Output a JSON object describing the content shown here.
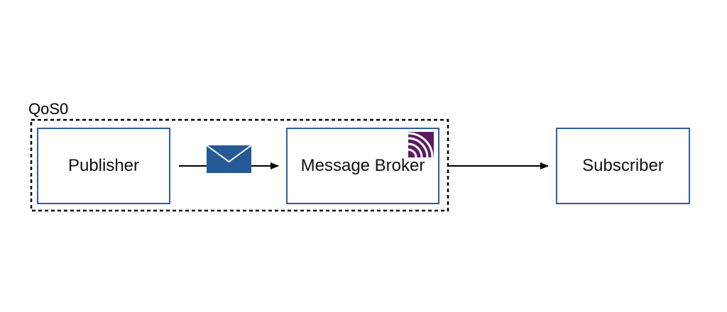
{
  "group": {
    "label": "QoS0",
    "border_color": "#000000"
  },
  "nodes": {
    "publisher": {
      "label": "Publisher"
    },
    "broker": {
      "label": "Message Broker",
      "logo_icon": "mqtt-logo-icon"
    },
    "subscriber": {
      "label": "Subscriber"
    }
  },
  "message_icon": "envelope-icon",
  "colors": {
    "node_border": "#2f5f98",
    "envelope": "#245a96",
    "logo": "#5c1a5e",
    "arrow": "#000000"
  }
}
